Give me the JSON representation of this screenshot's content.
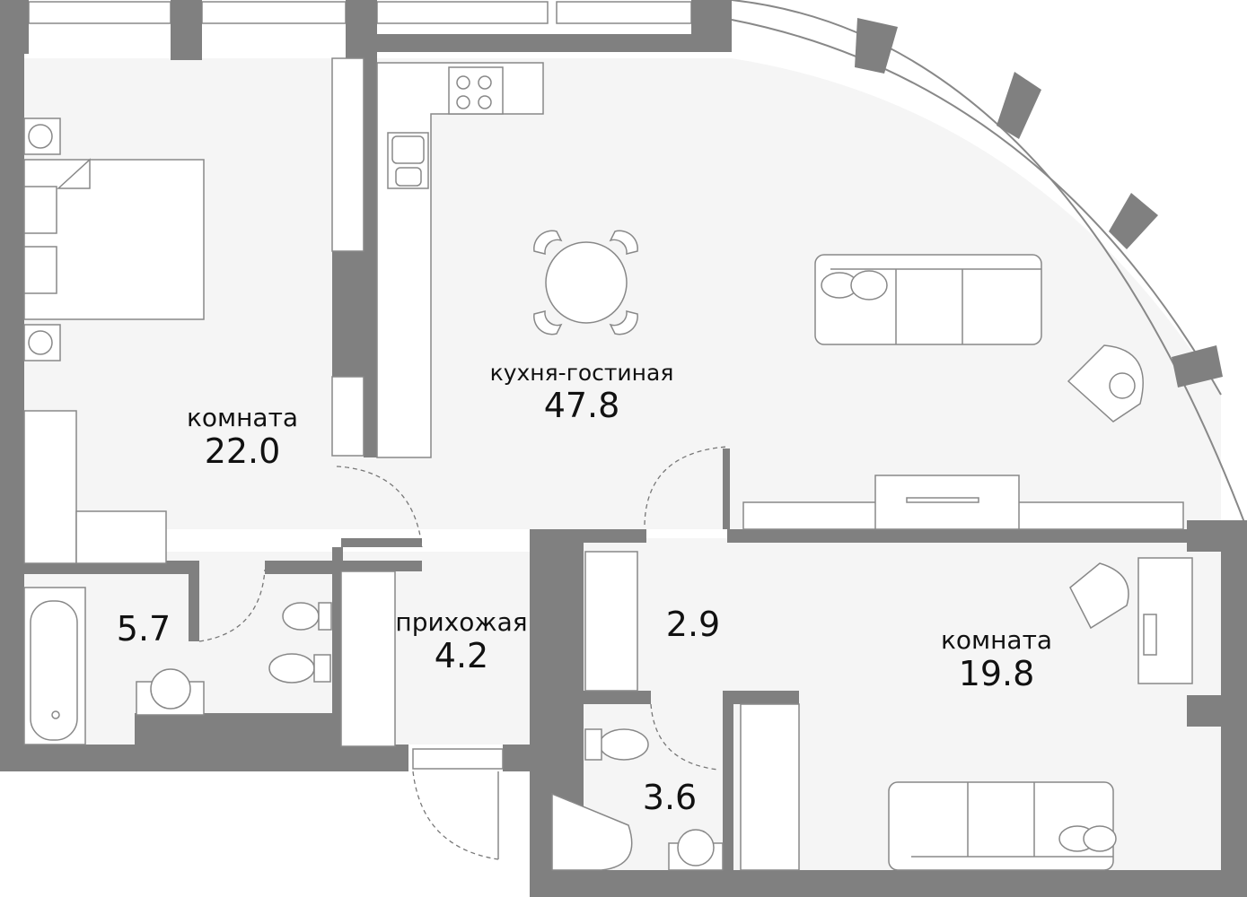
{
  "plan": {
    "rooms": [
      {
        "name": "комната",
        "area": "22.0"
      },
      {
        "name": "кухня-гостиная",
        "area": "47.8"
      },
      {
        "name": "",
        "area": "5.7"
      },
      {
        "name": "прихожая",
        "area": "4.2"
      },
      {
        "name": "",
        "area": "2.9"
      },
      {
        "name": "комната",
        "area": "19.8"
      },
      {
        "name": "",
        "area": "3.6"
      }
    ],
    "colors": {
      "wall": "#808080",
      "floor": "#f5f5f5",
      "furniture": "#ffffff"
    }
  }
}
